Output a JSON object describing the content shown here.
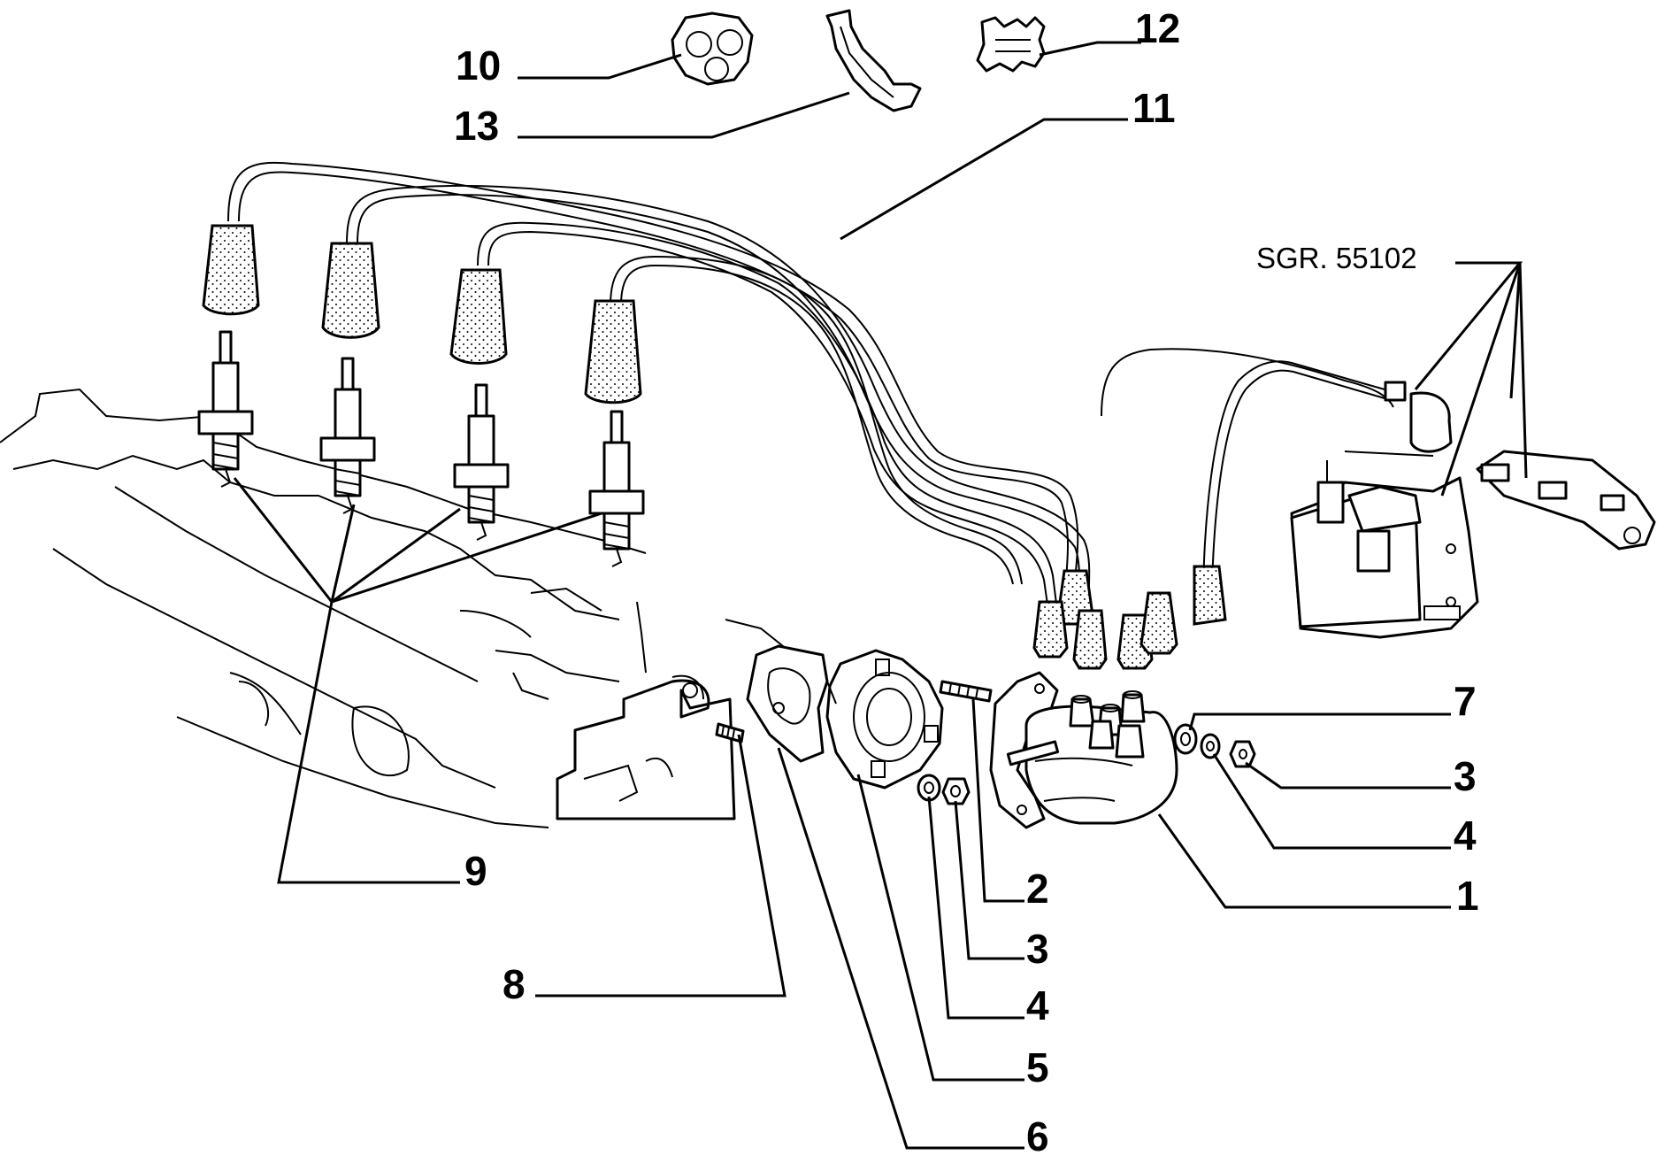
{
  "callouts": [
    {
      "id": "c10",
      "label": "10"
    },
    {
      "id": "c13",
      "label": "13"
    },
    {
      "id": "c12",
      "label": "12"
    },
    {
      "id": "c11",
      "label": "11"
    },
    {
      "id": "c7",
      "label": "7"
    },
    {
      "id": "c3r",
      "label": "3"
    },
    {
      "id": "c4r",
      "label": "4"
    },
    {
      "id": "c1",
      "label": "1"
    },
    {
      "id": "c9",
      "label": "9"
    },
    {
      "id": "c2",
      "label": "2"
    },
    {
      "id": "c3b",
      "label": "3"
    },
    {
      "id": "c8",
      "label": "8"
    },
    {
      "id": "c4b",
      "label": "4"
    },
    {
      "id": "c5",
      "label": "5"
    },
    {
      "id": "c6",
      "label": "6"
    }
  ],
  "reference": "SGR. 55102"
}
